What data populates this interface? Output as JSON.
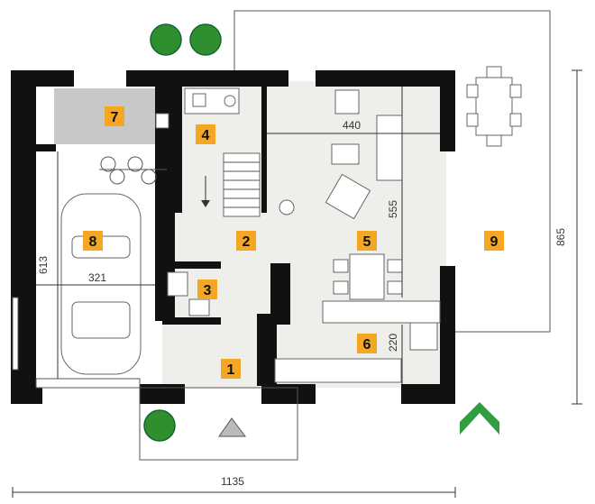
{
  "rooms": {
    "r1": "1",
    "r2": "2",
    "r3": "3",
    "r4": "4",
    "r5": "5",
    "r6": "6",
    "r7": "7",
    "r8": "8",
    "r9": "9"
  },
  "dimensions": {
    "total_width": "1135",
    "total_depth": "865",
    "garage_width": "321",
    "garage_depth": "613",
    "living_width": "440",
    "living_depth": "555",
    "kitchen_depth": "220"
  },
  "colors": {
    "room_label_bg": "#f5a623",
    "floor_fill": "#eeeeea",
    "utility_fill": "#c8c8c8",
    "wall": "#111111",
    "north_arrow": "#2e9e3e",
    "tree": "#2f8f2f"
  }
}
